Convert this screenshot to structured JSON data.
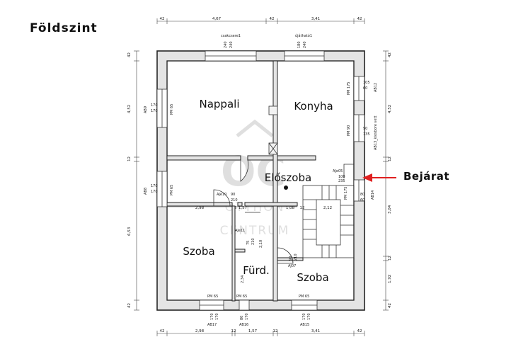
{
  "title": "Földszint",
  "entrance_label": "Bejárat",
  "watermark": {
    "brand": "OC",
    "line1": "OTTHON",
    "line2": "CENTRUM"
  },
  "rooms": {
    "living": "Nappali",
    "kitchen": "Konyha",
    "hall": "Előszoba",
    "room_left": "Szoba",
    "bathroom": "Fürd.",
    "room_right": "Szoba"
  },
  "dimensions": {
    "top": {
      "d1": "42",
      "d2": "4,67",
      "d3": "42",
      "d4": "3,41",
      "d5": "42"
    },
    "bottom": {
      "d1": "42",
      "d2": "2,98",
      "d3": "12",
      "d4": "1,57",
      "d5": "12",
      "d6": "3,41",
      "d7": "42"
    },
    "left": {
      "d1": "42",
      "d2": "4,52",
      "d3": "12",
      "d4": "6,53",
      "d5": "42"
    },
    "right": {
      "d1": "42",
      "d2": "4,52",
      "d3": "12",
      "d4": "3,04",
      "d5": "12",
      "d6": "1,92",
      "d7": "42"
    },
    "interior": {
      "d1": "2,98",
      "d2": "1,57",
      "d3": "1,08",
      "d4": "12",
      "d5": "2,12",
      "d6": "42",
      "d7": "12",
      "d8": "12"
    }
  },
  "openings": {
    "top_left": {
      "label": "csakcsere1",
      "w": "240",
      "h": "240"
    },
    "top_right": {
      "label": "újátható1",
      "w": "180",
      "h": "240"
    },
    "ab9": {
      "name": "AB9",
      "w": "170",
      "h": "170",
      "pm": "PM 65"
    },
    "ab8": {
      "name": "AB8",
      "w": "170",
      "h": "170",
      "pm": "PM 65"
    },
    "ab12": {
      "name": "AB12",
      "w": "105",
      "h": "60",
      "pm": "PM 175"
    },
    "ab13": {
      "name": "AB13_kiosbore vett",
      "w": "90",
      "h": "135",
      "pm": "PM 90"
    },
    "ab14": {
      "name": "AB14",
      "w": "80",
      "h": "60",
      "pm": "PM 175"
    },
    "ab17": {
      "name": "AB17",
      "w": "170",
      "h": "170",
      "pm": "PM 65"
    },
    "ab16": {
      "name": "AB16",
      "w": "80",
      "h": "170",
      "pm": "PM 65"
    },
    "ab15": {
      "name": "AB15",
      "w": "170",
      "h": "170",
      "pm": "PM 65"
    },
    "aj05": {
      "name": "AJe05",
      "w": "100",
      "h": "235"
    },
    "aj10": {
      "name": "AJe10",
      "w": "90",
      "h": "210"
    },
    "aj11": {
      "name": "AJe11",
      "w": "75",
      "h": "210"
    },
    "aj07": {
      "name": "AJ07",
      "w": "90",
      "h": "210"
    },
    "misc_a": "2,10",
    "misc_b": "2,34"
  }
}
